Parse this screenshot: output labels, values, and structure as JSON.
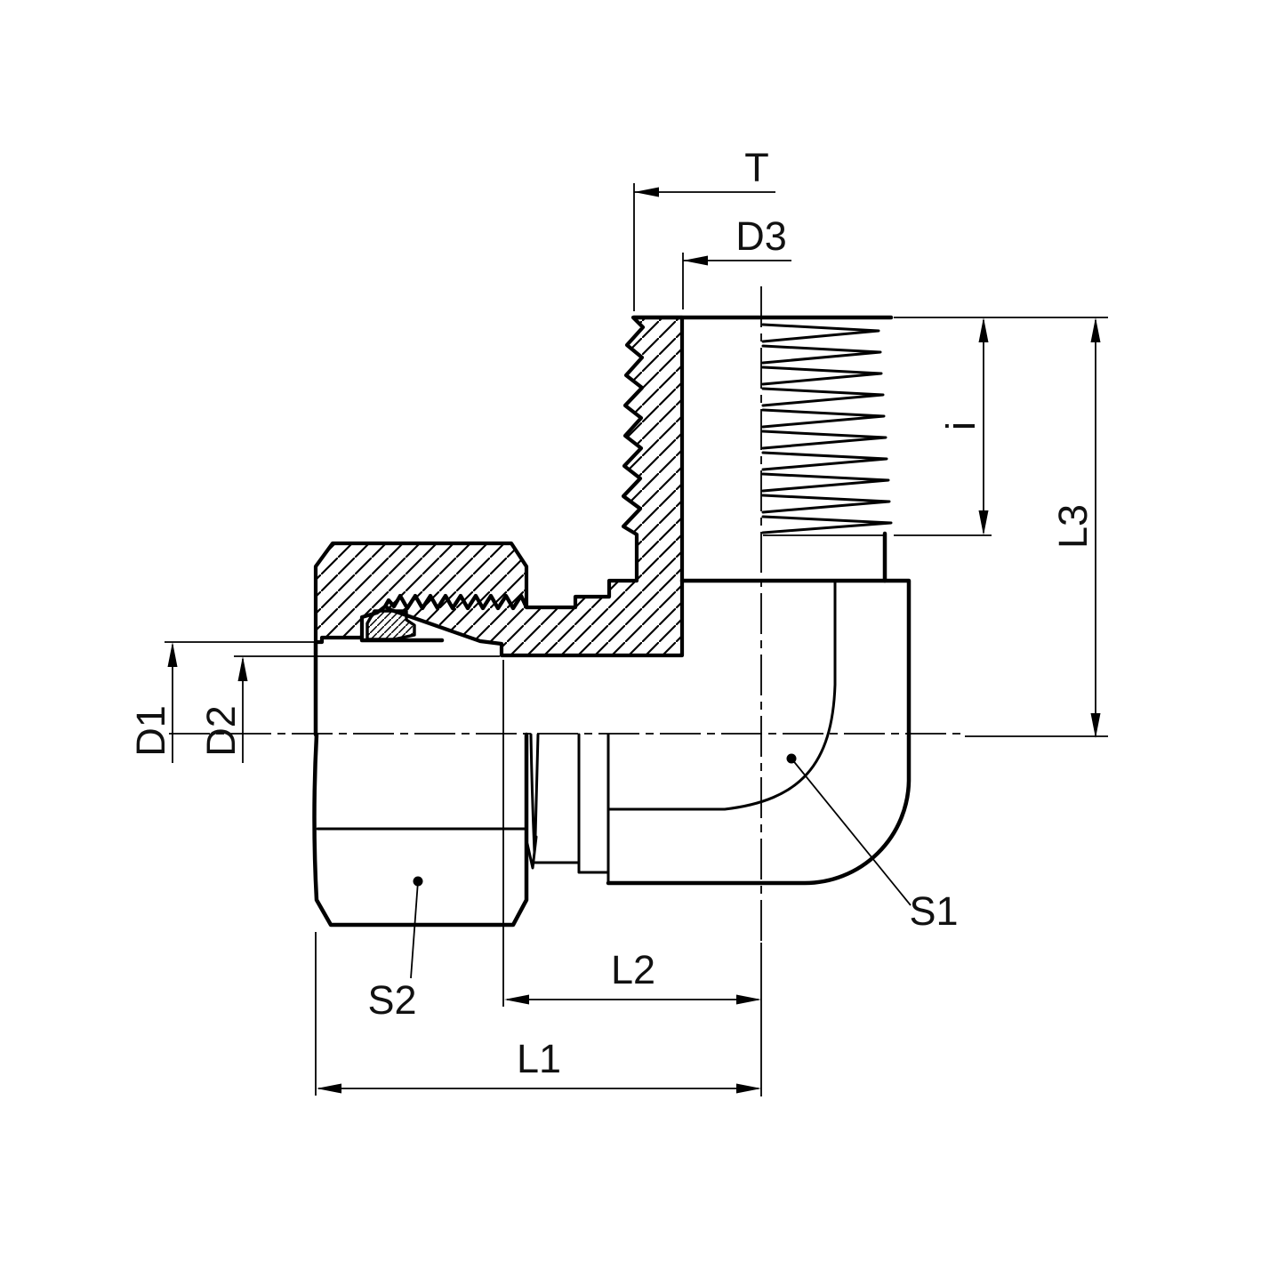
{
  "drawing": {
    "type": "technical-drawing",
    "component": "90-degree elbow swivel fitting, half-section view with male taper thread and swivel nut",
    "background_color": "#ffffff",
    "line_color": "#000000",
    "labels": {
      "t": "T",
      "d3": "D3",
      "i": "i",
      "l3": "L3",
      "d1": "D1",
      "d2": "D2",
      "s1": "S1",
      "s2": "S2",
      "l2": "L2",
      "l1": "L1"
    }
  }
}
